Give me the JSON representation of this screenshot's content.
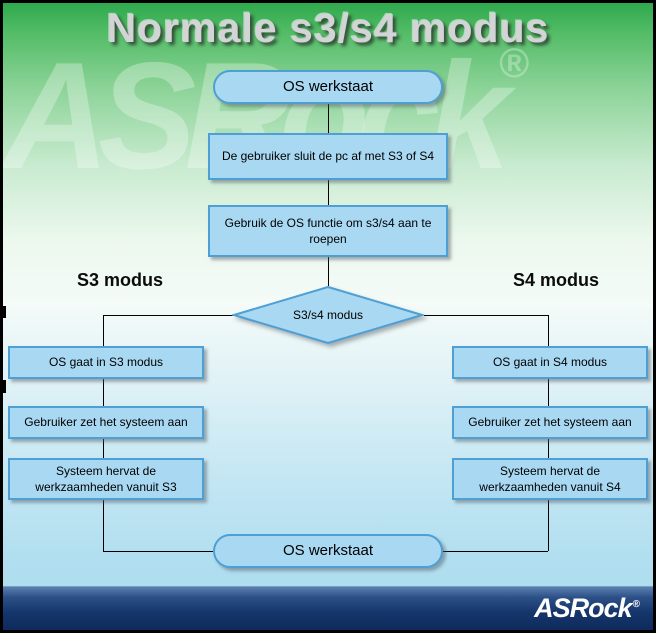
{
  "title": "Normale s3/s4 modus",
  "watermark": {
    "text": "ASRock",
    "mark": "®"
  },
  "flowchart": {
    "start_label": "OS werkstaat",
    "step_shutdown": "De gebruiker sluit de pc af met S3 of S4",
    "step_invoke": "Gebruik de OS functie om s3/s4 aan te roepen",
    "decision_label": "S3/s4 modus",
    "branch_left_title": "S3 modus",
    "branch_right_title": "S4 modus",
    "left_steps": [
      "OS gaat in S3 modus",
      "Gebruiker zet het systeem aan",
      "Systeem hervat de werkzaamheden vanuit S3"
    ],
    "right_steps": [
      "OS gaat in S4 modus",
      "Gebruiker zet het systeem aan",
      "Systeem hervat de werkzaamheden vanuit S4"
    ],
    "end_label": "OS werkstaat"
  },
  "footer": {
    "logo_text": "ASRock",
    "registered_mark": "®"
  },
  "colors": {
    "node_fill": "#a9d9f2",
    "node_border": "#4e9fd4",
    "footer_bg": "#15356b",
    "background_top_green": "#2fa94d",
    "background_bottom_blue": "#a9dbee",
    "title_color": "#d2d4d6"
  }
}
